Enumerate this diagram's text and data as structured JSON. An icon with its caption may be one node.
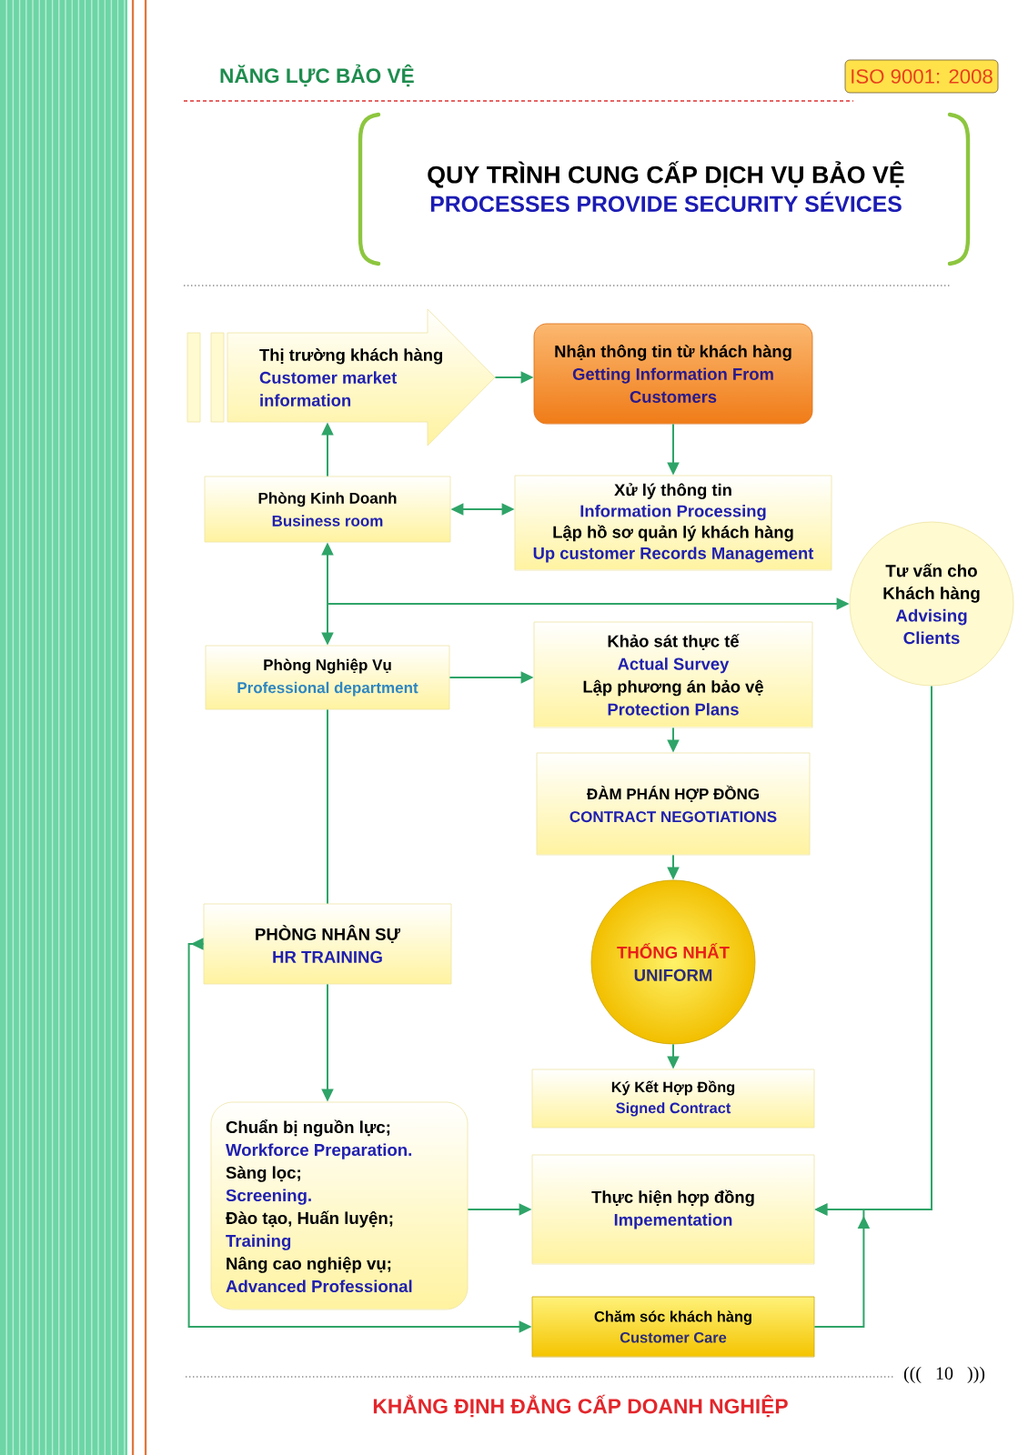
{
  "diagram": {
    "title": "QUY TRÌNH CUNG CẤP DỊCH VỤ BẢO VỆ",
    "nodes": [
      {
        "text": [
          "Thị trường khách hàng",
          "Customer market information"
        ]
      },
      {
        "text": [
          "Nhận thông tin từ khách hàng",
          "Getting Information From Customers"
        ]
      },
      {
        "text": [
          "Phòng Kinh Doanh",
          "Business room"
        ]
      },
      {
        "text": [
          "Xử lý thông tin",
          "Information Processing",
          "Lập hồ sơ quản lý khách hàng",
          "Up customer Records Management"
        ]
      },
      {
        "text": [
          "Tư vấn cho Khách hàng",
          "Advising Clients"
        ]
      },
      {
        "text": [
          "Phòng Nghiệp Vụ",
          "Professional department"
        ]
      },
      {
        "text": [
          "Khảo sát thực tế",
          "Actual Survey",
          "Lập phương án bảo vệ",
          "Protection Plans"
        ]
      },
      {
        "text": [
          "ĐÀM PHÁN HỢP ĐỒNG",
          "CONTRACT NEGOTIATIONS"
        ]
      },
      {
        "text": [
          "PHÒNG NHÂN SỰ",
          "HR TRAINING"
        ]
      },
      {
        "text": [
          "THỐNG NHẤT",
          "UNIFORM"
        ]
      },
      {
        "text": [
          "Ký Kết Hợp Đồng",
          "Signed Contract"
        ]
      },
      {
        "text": [
          "Chuẩn bị nguồn lực;",
          "Workforce Preparation.",
          "Sàng lọc;",
          "Screening.",
          "Đào tạo, Huấn luyện;",
          "Training",
          "Nâng cao nghiệp vụ;",
          "Advanced Professional"
        ]
      },
      {
        "text": [
          "Thực hiện hợp đồng",
          "Impementation"
        ]
      },
      {
        "text": [
          "Chăm sóc khách hàng",
          "Customer Care"
        ]
      }
    ],
    "edges": [
      {
        "from": 0,
        "to": 1,
        "arrow": "to"
      },
      {
        "from": 1,
        "to": 3,
        "arrow": "to"
      },
      {
        "from": 2,
        "to": 0,
        "arrow": "to"
      },
      {
        "from": 2,
        "to": 3,
        "arrow": "both"
      },
      {
        "from": null,
        "to": 2,
        "arrow": "to"
      },
      {
        "from": null,
        "to": 4,
        "arrow": "to"
      },
      {
        "from": null,
        "to": 5,
        "arrow": "to"
      },
      {
        "from": 5,
        "to": 6,
        "arrow": "to"
      },
      {
        "from": 6,
        "to": 7,
        "arrow": "to"
      },
      {
        "from": 5,
        "to": 8,
        "arrow": "none"
      },
      {
        "from": 7,
        "to": 9,
        "arrow": "to"
      },
      {
        "from": 9,
        "to": 10,
        "arrow": "to"
      },
      {
        "from": 8,
        "to": 11,
        "arrow": "to"
      },
      {
        "from": 8,
        "to": 13,
        "arrow": "to"
      },
      {
        "from": 11,
        "to": 12,
        "arrow": "to"
      },
      {
        "from": 4,
        "to": 12,
        "arrow": "to"
      },
      {
        "from": 13,
        "to": 12,
        "arrow": "to"
      }
    ],
    "labels": [
      "NĂNG LỰC BẢO VỆ",
      "ISO 9001: 2008",
      "PROCESSES PROVIDE SECURITY SÉVICES",
      "((( 10 )))",
      "KHẲNG ĐỊNH ĐẲNG CẤP DOANH NGHIỆP"
    ]
  }
}
